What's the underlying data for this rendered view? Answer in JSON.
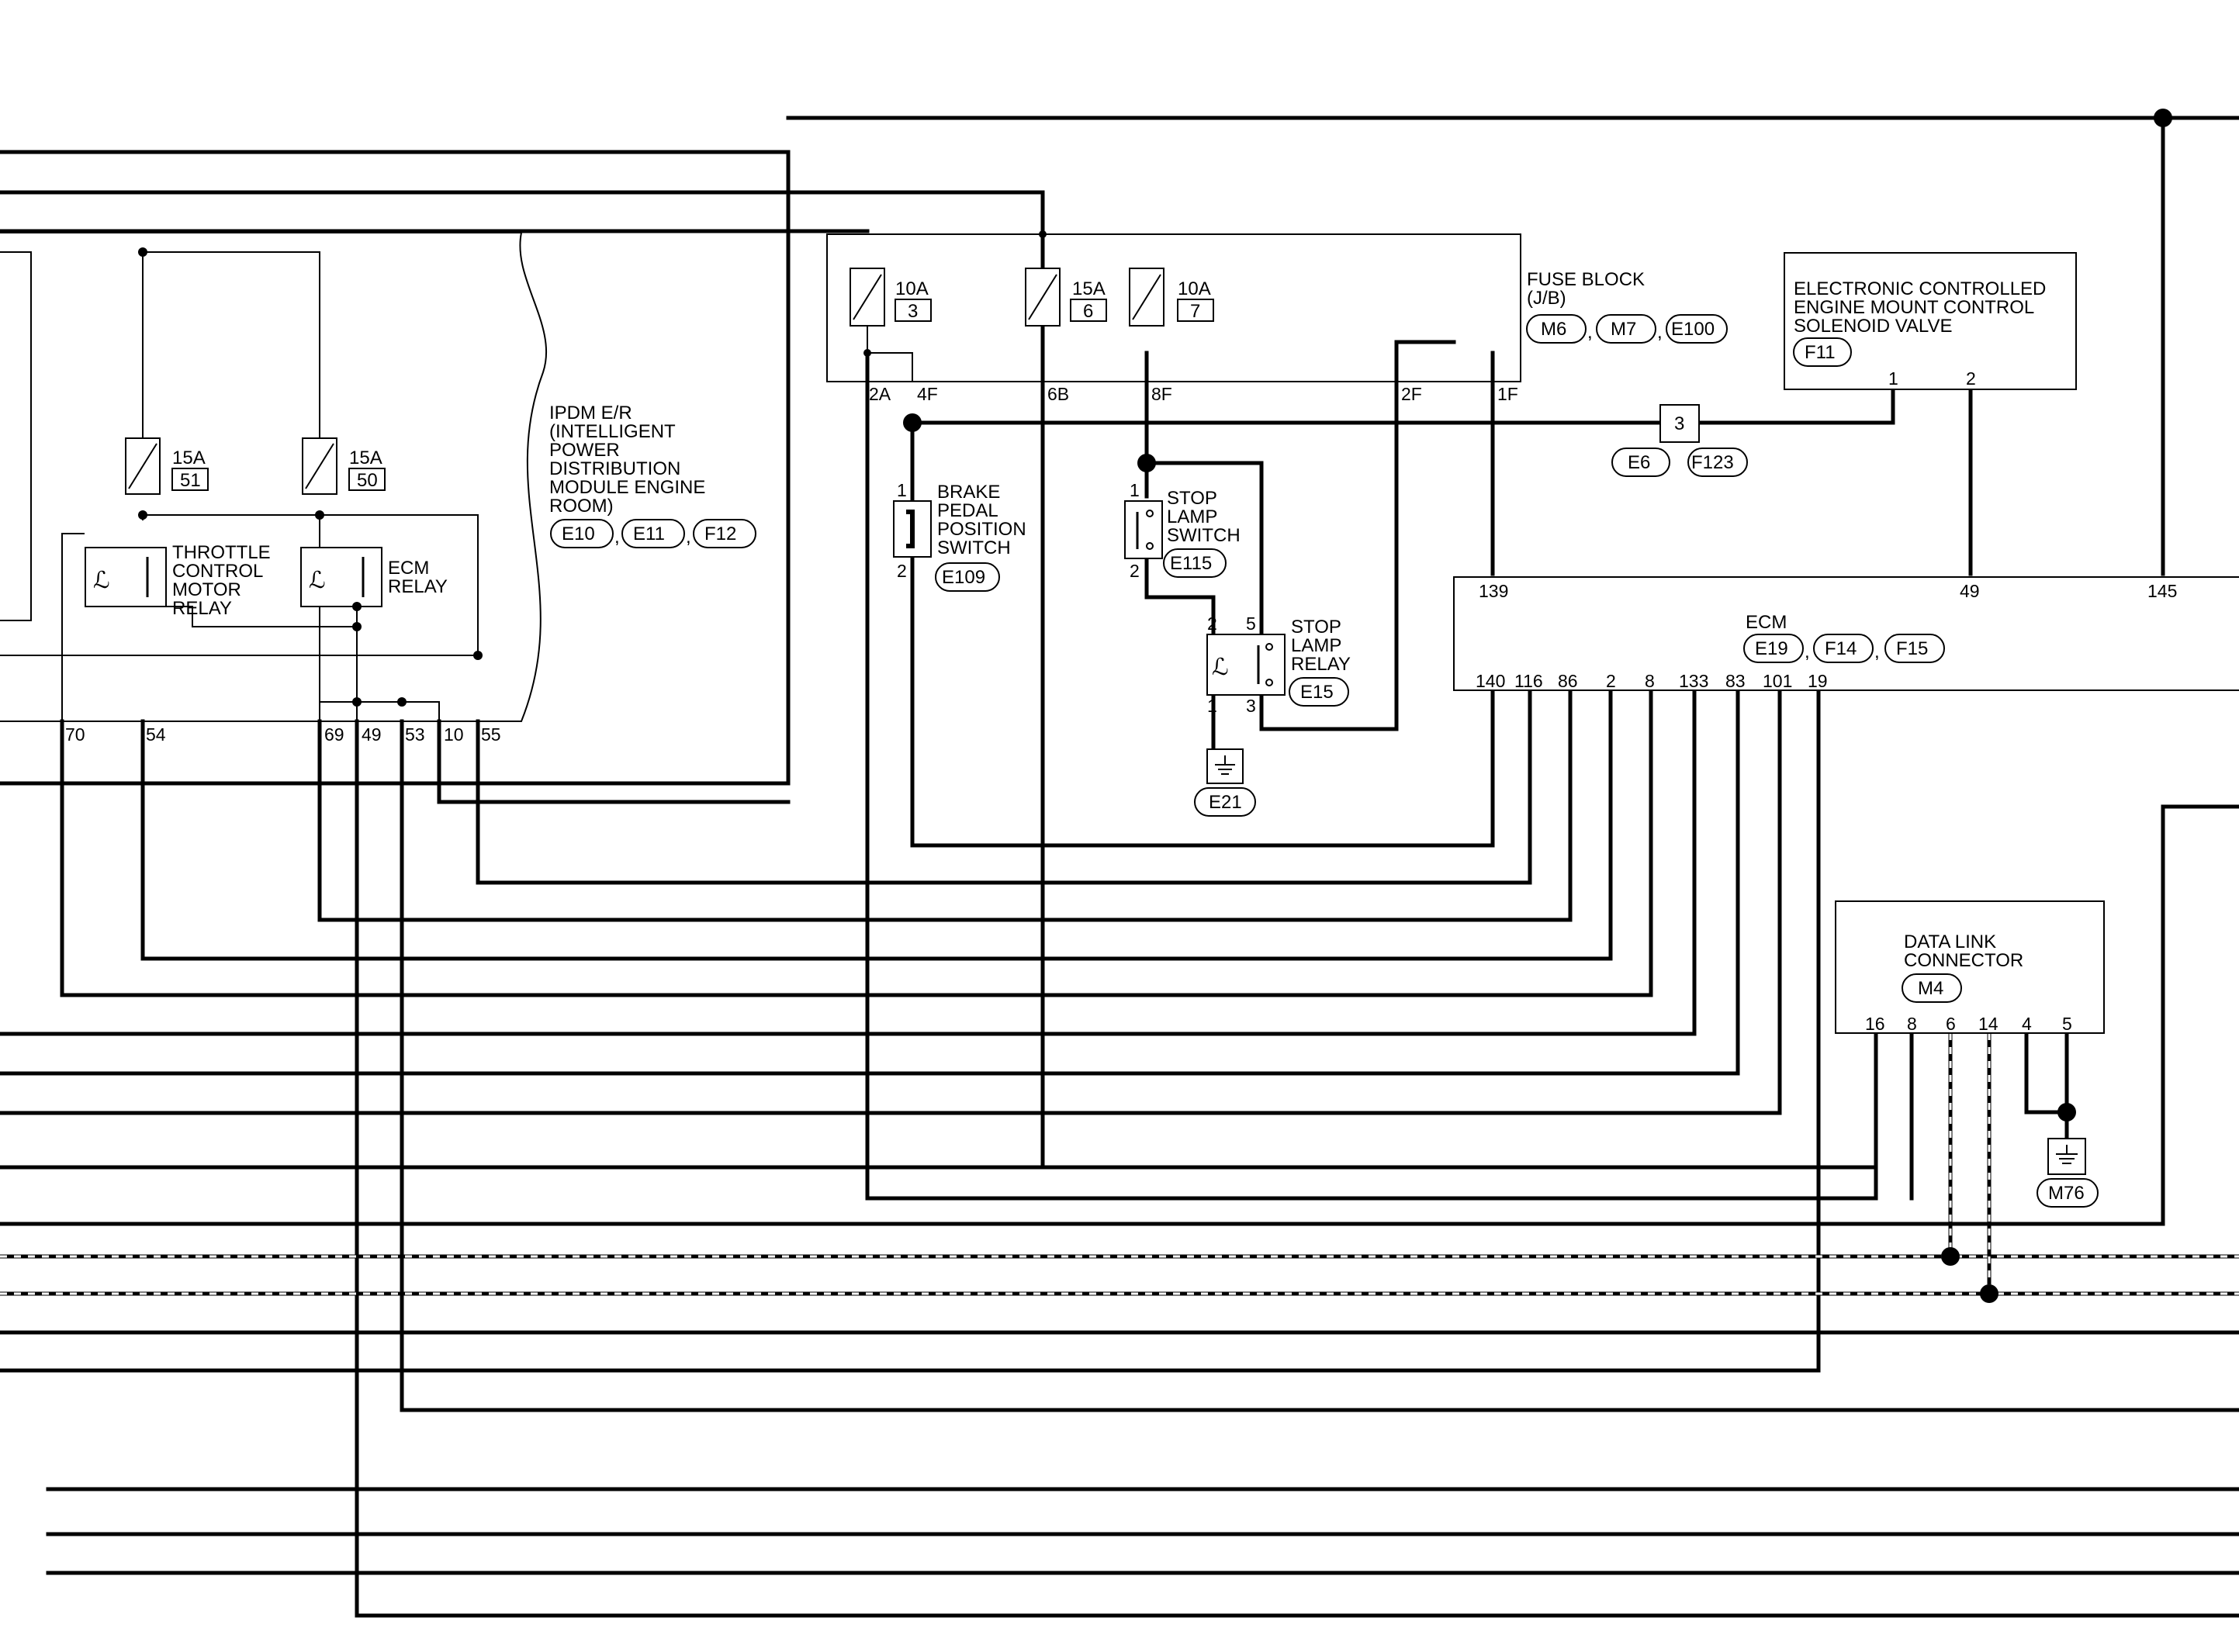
{
  "ipdm": {
    "title_lines": [
      "IPDM E/R",
      "(INTELLIGENT",
      " POWER",
      " DISTRIBUTION",
      " MODULE ENGINE",
      " ROOM)"
    ],
    "connectors": [
      "E10",
      "E11",
      "F12"
    ],
    "fuses": [
      {
        "amps": "15A",
        "num": "51"
      },
      {
        "amps": "15A",
        "num": "50"
      }
    ],
    "relays": [
      {
        "lines": [
          "THROTTLE",
          "CONTROL",
          "MOTOR",
          "RELAY"
        ]
      },
      {
        "lines": [
          "ECM",
          "RELAY"
        ]
      }
    ],
    "pins": [
      "70",
      "54",
      "69",
      "49",
      "53",
      "10",
      "55"
    ]
  },
  "fuse_block": {
    "title_lines": [
      "FUSE BLOCK",
      "(J/B)"
    ],
    "connectors": [
      "M6",
      "M7",
      "E100"
    ],
    "fuses": [
      {
        "amps": "10A",
        "num": "3"
      },
      {
        "amps": "15A",
        "num": "6"
      },
      {
        "amps": "10A",
        "num": "7"
      }
    ],
    "pins": [
      "2A",
      "4F",
      "6B",
      "8F",
      "2F",
      "1F"
    ]
  },
  "brake_switch": {
    "lines": [
      "BRAKE",
      "PEDAL",
      "POSITION",
      "SWITCH"
    ],
    "connector": "E109",
    "pins": [
      "1",
      "2"
    ]
  },
  "stop_lamp_switch": {
    "lines": [
      "STOP",
      "LAMP",
      "SWITCH"
    ],
    "connector": "E115",
    "pins": [
      "1",
      "2"
    ]
  },
  "stop_lamp_relay": {
    "lines": [
      "STOP",
      "LAMP",
      "RELAY"
    ],
    "connector": "E15",
    "pins": [
      "2",
      "5",
      "1",
      "3"
    ]
  },
  "ground_e21": {
    "connector": "E21"
  },
  "joint": {
    "num": "3",
    "connectors": [
      "E6",
      "F123"
    ]
  },
  "mount_valve": {
    "title_lines": [
      "ELECTRONIC CONTROLLED",
      "ENGINE MOUNT CONTROL",
      "SOLENOID VALVE"
    ],
    "connector": "F11",
    "pins": [
      "1",
      "2"
    ]
  },
  "ecm": {
    "title": "ECM",
    "connectors": [
      "E19",
      "F14",
      "F15"
    ],
    "top_pins": [
      "139",
      "49",
      "145"
    ],
    "bottom_pins": [
      "140",
      "116",
      "86",
      "2",
      "8",
      "133",
      "83",
      "101",
      "19"
    ]
  },
  "dlc": {
    "title_lines": [
      "DATA LINK",
      "CONNECTOR"
    ],
    "connector": "M4",
    "pins": [
      "16",
      "8",
      "6",
      "14",
      "4",
      "5"
    ]
  },
  "ground_m76": {
    "connector": "M76"
  },
  "separator": ","
}
